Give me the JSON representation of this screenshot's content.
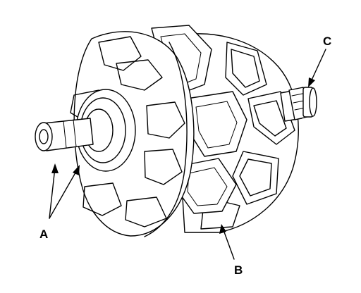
{
  "labels": {
    "a": "A",
    "b": "B",
    "c": "C"
  },
  "colors": {
    "ink": "#000000",
    "background": "#ffffff"
  }
}
